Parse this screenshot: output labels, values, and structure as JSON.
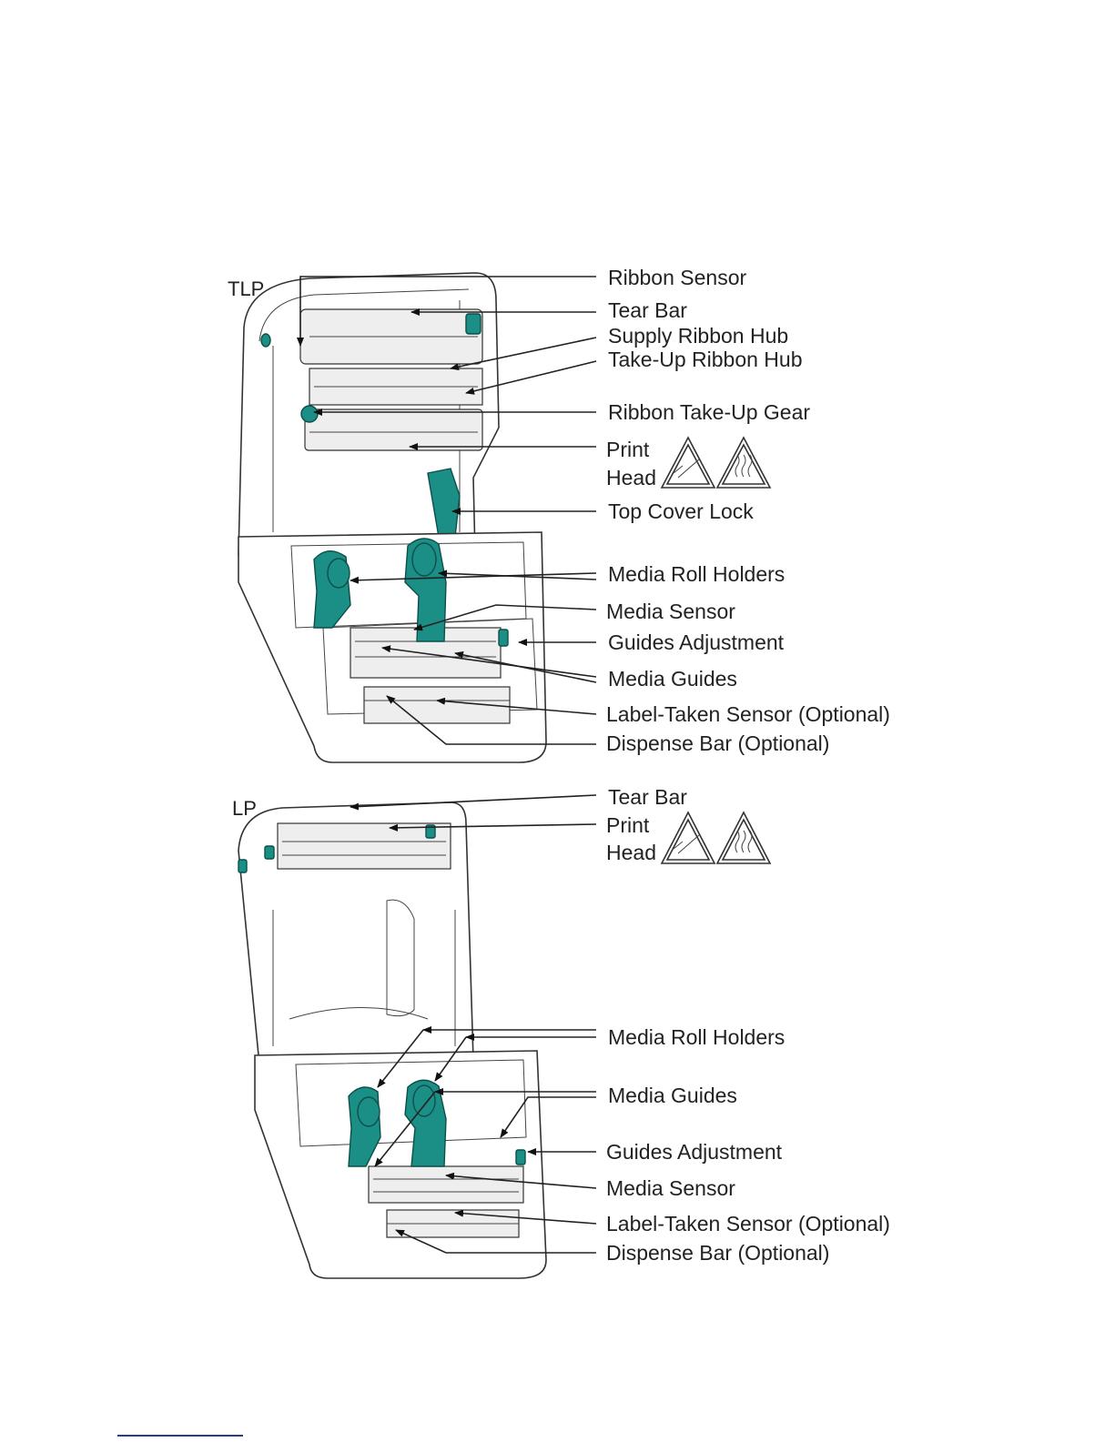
{
  "diagram": {
    "tlp": {
      "model_label": "TLP",
      "callouts": {
        "ribbon_sensor": "Ribbon Sensor",
        "tear_bar": "Tear Bar",
        "supply_ribbon_hub": "Supply Ribbon Hub",
        "take_up_ribbon_hub": "Take-Up Ribbon Hub",
        "ribbon_take_up_gear": "Ribbon Take-Up Gear",
        "print_head_line1": "Print",
        "print_head_line2": "Head",
        "top_cover_lock": "Top Cover Lock",
        "media_roll_holders": "Media Roll Holders",
        "media_sensor": "Media Sensor",
        "guides_adjustment": "Guides Adjustment",
        "media_guides": "Media Guides",
        "label_taken_sensor": "Label-Taken Sensor (Optional)",
        "dispense_bar": "Dispense Bar (Optional)"
      }
    },
    "lp": {
      "model_label": "LP",
      "callouts": {
        "tear_bar": "Tear Bar",
        "print_head_line1": "Print",
        "print_head_line2": "Head",
        "media_roll_holders": "Media Roll Holders",
        "media_guides": "Media Guides",
        "guides_adjustment": "Guides Adjustment",
        "media_sensor": "Media Sensor",
        "label_taken_sensor": "Label-Taken Sensor (Optional)",
        "dispense_bar": "Dispense Bar (Optional)"
      }
    },
    "warning_icons": [
      "esd-warning-icon",
      "hot-surface-warning-icon"
    ],
    "colors": {
      "accent": "#1b8e86",
      "line": "#222222"
    }
  }
}
